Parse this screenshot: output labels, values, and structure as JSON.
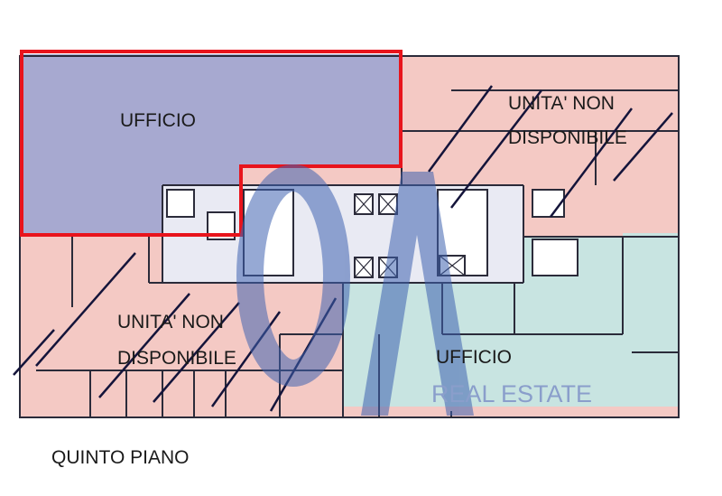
{
  "plan": {
    "floor_label": "QUINTO PIANO",
    "rooms": [
      {
        "name": "UFFICIO",
        "status": "available",
        "highlighted": true
      },
      {
        "line1": "UNITA' NON",
        "line2": "DISPONIBILE",
        "status": "unavailable"
      },
      {
        "line1": "UNITA' NON",
        "line2": "DISPONIBILE",
        "status": "unavailable"
      },
      {
        "name": "UFFICIO",
        "status": "available"
      }
    ]
  },
  "watermark": {
    "logo": "OA",
    "tagline": "REAL ESTATE"
  },
  "colors": {
    "office_blue": "#a7a9d0",
    "unavailable_pink": "#f4c9c4",
    "office_green": "#c8e4e1",
    "highlight_red": "#e8141c",
    "watermark_blue": "#3f63b0"
  }
}
